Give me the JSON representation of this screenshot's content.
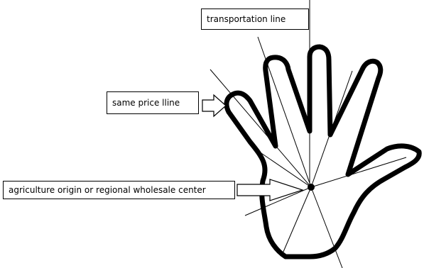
{
  "labels": {
    "transportation": "transportation line",
    "same_price": "same price lline",
    "origin": "agriculture origin or regional wholesale center"
  },
  "colors": {
    "outline": "#000000",
    "background": "#ffffff"
  },
  "icons": {
    "hand": "open-hand-outline-icon",
    "arrow": "hollow-right-arrow-icon",
    "center": "center-dot-icon"
  }
}
